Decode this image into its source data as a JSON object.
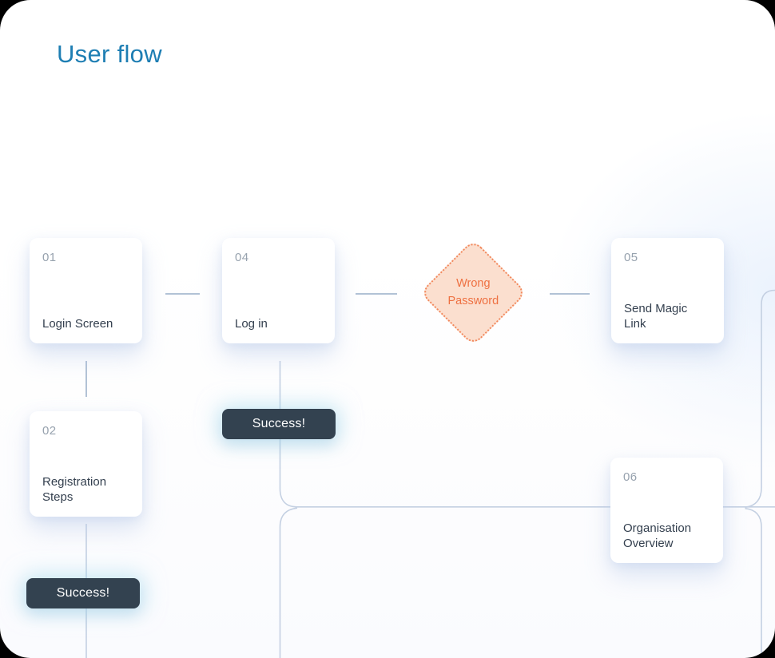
{
  "title": "User flow",
  "nodes": [
    {
      "number": "01",
      "label": "Login Screen"
    },
    {
      "number": "04",
      "label": "Log in"
    },
    {
      "number": "05",
      "label": "Send Magic Link"
    },
    {
      "number": "02",
      "label": "Registration Steps"
    },
    {
      "number": "06",
      "label": "Organisation Overview"
    }
  ],
  "decision": {
    "label": "Wrong Password"
  },
  "buttons": [
    {
      "label": "Success!"
    },
    {
      "label": "Success!"
    }
  ],
  "colors": {
    "title": "#1e7eb3",
    "card_number": "#97a2ae",
    "card_label": "#333f4e",
    "connector_short": "#b2c2d6",
    "connector_long": "#c4d0e2",
    "button_bg": "#334250",
    "button_text": "#ffffff",
    "button_glow": "#a8ddf0",
    "decision_fill": "#fbdfcf",
    "decision_border": "#f2875b",
    "decision_text": "#ee7041",
    "canvas_bg": "#ffffff",
    "outside_bg": "#000000"
  }
}
